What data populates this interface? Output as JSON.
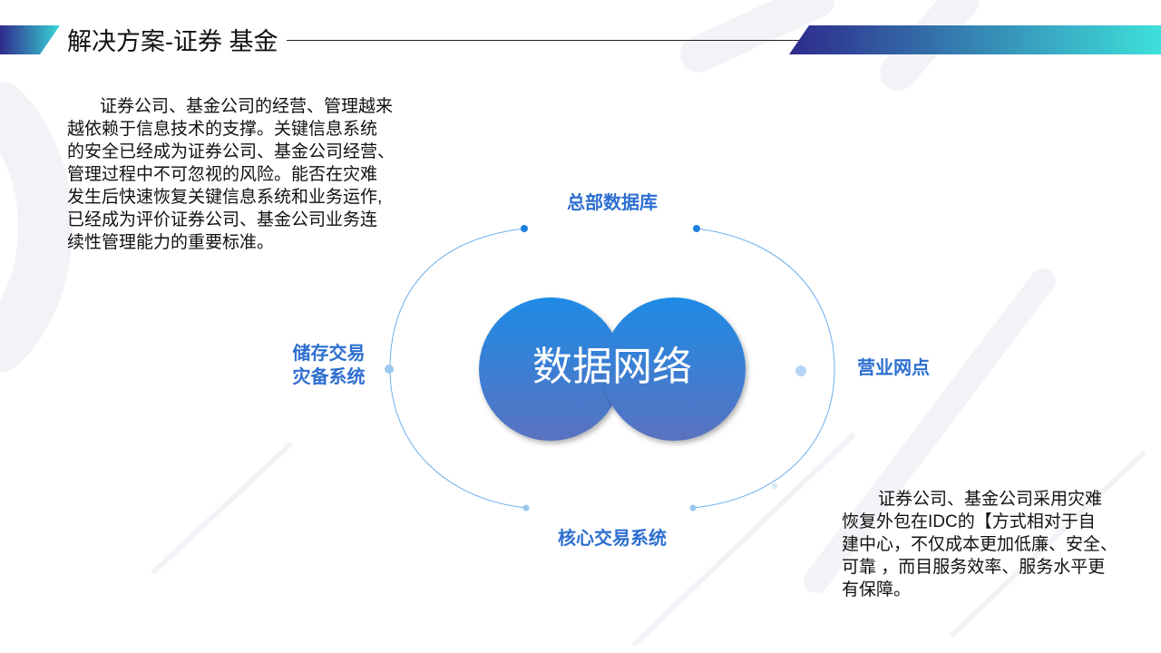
{
  "header": {
    "title": "解决方案-证券 基金"
  },
  "left_paragraph": {
    "lines": [
      "证券公司、基金公司的经营、管理越来",
      "越依赖于信息技术的支撑。关键信息系统",
      "的安全已经成为证券公司、基金公司经营、",
      "管理过程中不可忽视的风险。能否在灾难",
      "发生后快速恢复关键信息系统和业务运作,",
      "已经成为评价证券公司、基金公司业务连",
      "续性管理能力的重要标准。"
    ]
  },
  "right_paragraph": {
    "lines": [
      "证券公司、基金公司采用灾难",
      "恢复外包在IDC的【方式相对于自",
      "建中心，不仅成本更加低廉、安全、",
      "可靠 ，而目服务效率、服务水平更",
      "有保障。"
    ]
  },
  "diagram": {
    "center": "数据网络",
    "top": "总部数据库",
    "left_lines": [
      "储存交易",
      "灾备系统"
    ],
    "right": "营业网点",
    "bottom": "核心交易系统"
  },
  "colors": {
    "accent": "#2d6fd1",
    "circle_top": "#1e8be6",
    "circle_bottom": "#5a72c0"
  }
}
